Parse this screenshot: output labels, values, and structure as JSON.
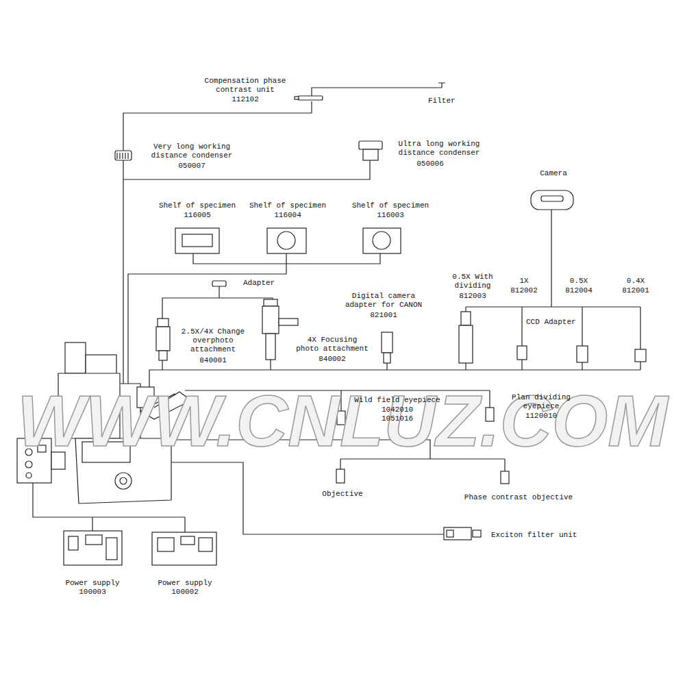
{
  "diagram": {
    "labels": [
      "Compensation phase contrast unit",
      "112102",
      "Filter",
      "Very long working distance condenser",
      "050007",
      "Ultra long working distance condenser",
      "050006",
      "Camera",
      "Shelf of specimen",
      "116005",
      "Shelf of specimen",
      "116004",
      "Shelf of specimen",
      "116003",
      "Adapter",
      "0.5X With dividing",
      "812003",
      "1X",
      "812002",
      "0.5X",
      "812004",
      "0.4X",
      "812001",
      "Digital camera adapter for CANON",
      "821001",
      "CCD Adapter",
      "2.5X/4X Change overphoto attachment",
      "840001",
      "4X Focusing photo attachment",
      "840002",
      "Wild field eyepiece",
      "1042010",
      "1051016",
      "Plan dividing eyepiece",
      "1120010",
      "Objective",
      "Phase contrast objective",
      "Exciton filter unit",
      "Power supply",
      "100003",
      "Power supply",
      "100002",
      "WWW.CNLUZ.COM"
    ]
  }
}
